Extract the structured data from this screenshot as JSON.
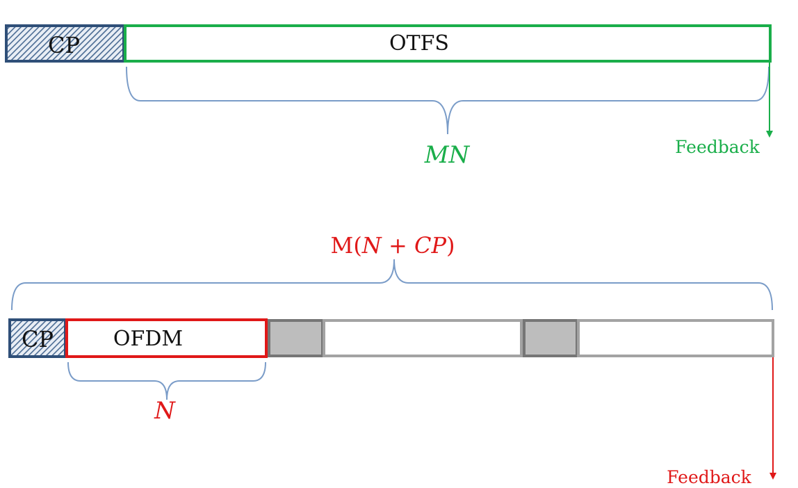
{
  "otfs_frame": {
    "cp_label": "CP",
    "block_label": "OTFS",
    "length_label": "MN",
    "feedback_label": "Feedback"
  },
  "ofdm_frame": {
    "total_label_prefix": "M(",
    "total_label_n": "N",
    "total_label_plus": " + ",
    "total_label_cp": "CP",
    "total_label_suffix": ")",
    "cp_label": "CP",
    "block_label": "OFDM",
    "symbol_length_label": "N",
    "feedback_label": "Feedback"
  },
  "colors": {
    "cp_fill": "#4a6b93",
    "cp_stroke": "#2f4f78",
    "otfs_stroke": "#1aae4a",
    "otfs_text": "#1aae4a",
    "brace": "#7a9cc8",
    "ofdm_stroke": "#e01818",
    "ofdm_text": "#e01818",
    "gray_stroke": "#a3a3a3",
    "gray_dark": "#767676",
    "gray_fill": "#bdbdbd",
    "text": "#111111"
  }
}
